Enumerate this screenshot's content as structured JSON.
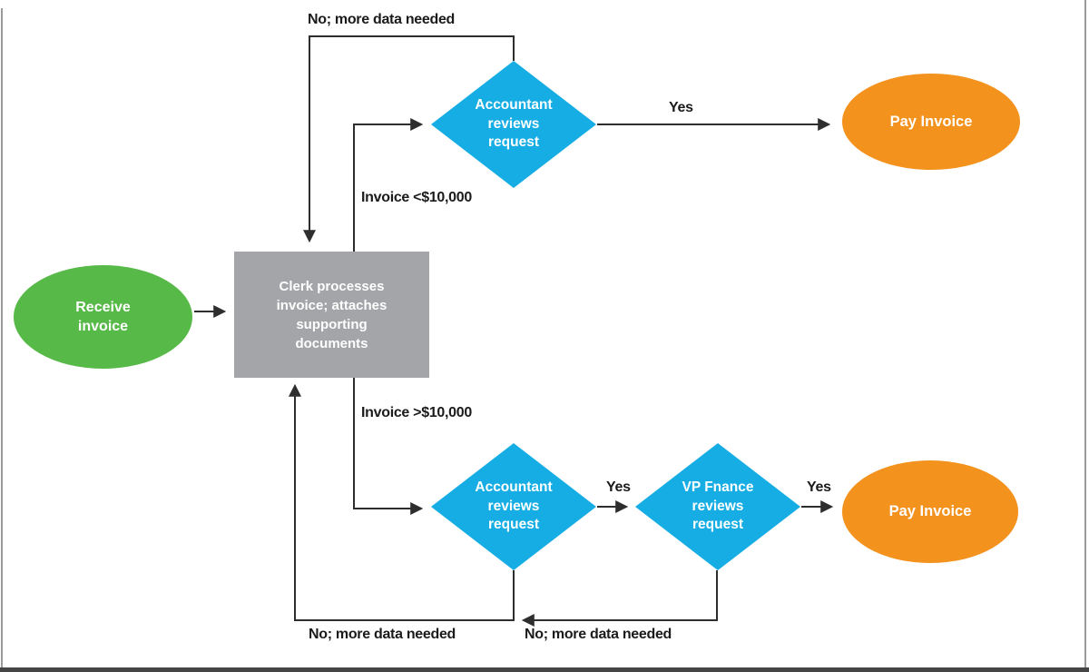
{
  "diagram": {
    "description": "Invoice approval process flowchart",
    "colors": {
      "start_node": "#57b947",
      "process_node": "#a3a5a8",
      "decision_node": "#16ade4",
      "terminal_node": "#f3921d",
      "connector": "#2e2e2e",
      "edge_label_text": "#1b1b1b",
      "page_border": "#9a9a9a"
    },
    "nodes": {
      "receive": {
        "label": "Receive invoice",
        "type": "start"
      },
      "clerk": {
        "label": "Clerk processes invoice; attaches supporting documents",
        "type": "process"
      },
      "accountant_top": {
        "label": "Accountant reviews request",
        "type": "decision"
      },
      "pay_top": {
        "label": "Pay Invoice",
        "type": "terminal"
      },
      "accountant_bottom": {
        "label": "Accountant reviews request",
        "type": "decision"
      },
      "vp_finance": {
        "label": "VP Fnance reviews request",
        "type": "decision"
      },
      "pay_bottom": {
        "label": "Pay Invoice",
        "type": "terminal"
      }
    },
    "edge_labels": {
      "no_top": "No; more data needed",
      "invoice_lt": "Invoice <$10,000",
      "yes_top": "Yes",
      "invoice_gt": "Invoice >$10,000",
      "yes_mid": "Yes",
      "yes_bottom": "Yes",
      "no_bottom_left": "No; more data needed",
      "no_bottom_right": "No; more data needed"
    }
  }
}
